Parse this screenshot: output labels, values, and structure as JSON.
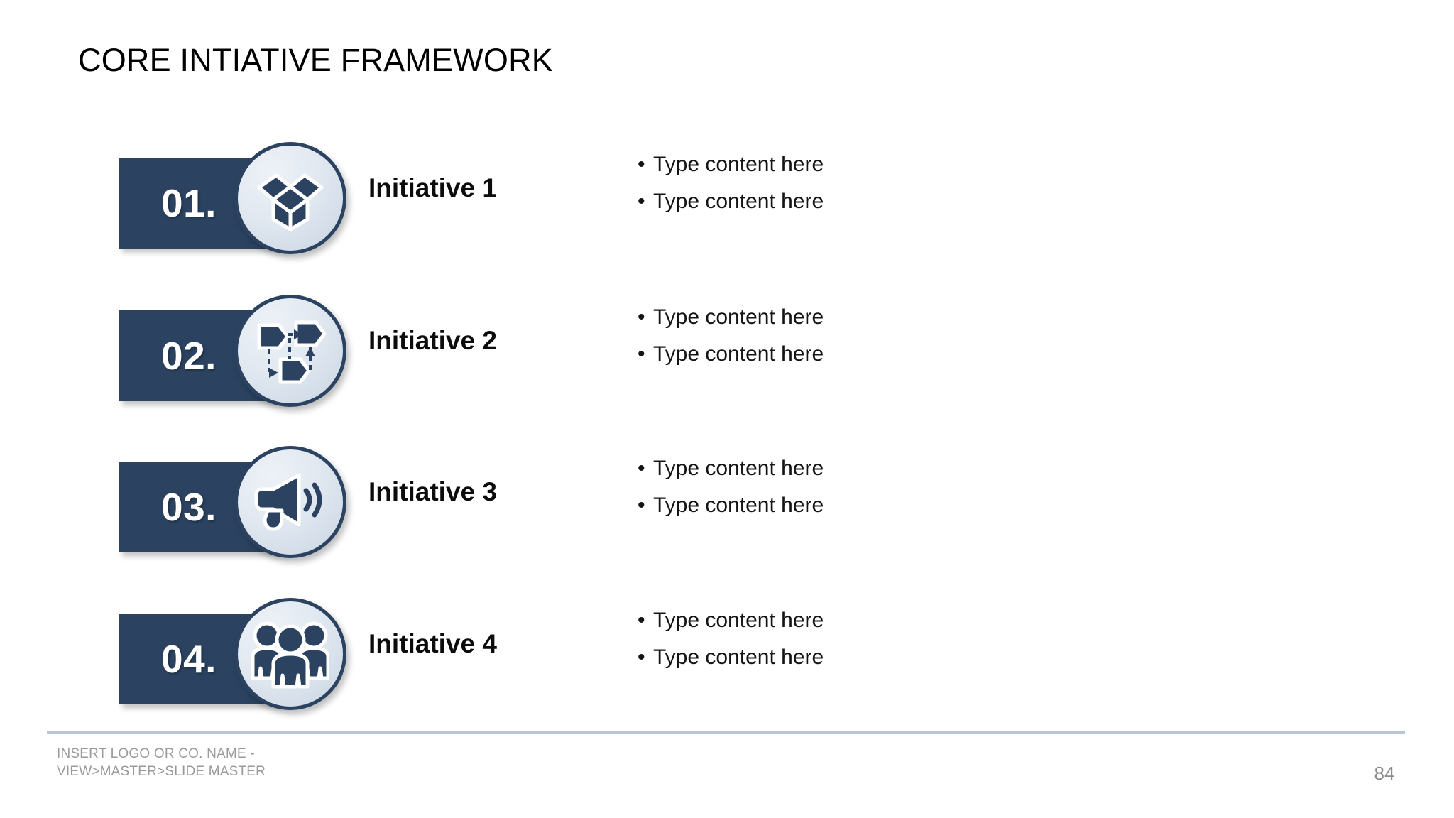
{
  "slide": {
    "title": "CORE INTIATIVE FRAMEWORK",
    "page_number": "84",
    "background_color": "#ffffff",
    "accent_navy": "#2b4361",
    "badge_fill_light": "#e2e9f1",
    "footer_rule_color": "#b8c6da",
    "footer_text_color": "#9a9a9a"
  },
  "footer": {
    "line1": "INSERT LOGO OR CO. NAME -",
    "line2": "VIEW>MASTER>SLIDE MASTER"
  },
  "rows": [
    {
      "number": "01.",
      "label": "Initiative 1",
      "icon": "open-box-icon",
      "bullets": [
        {
          "marker": "•",
          "text": "Type content here"
        },
        {
          "marker": "•",
          "text": "Type content here"
        }
      ]
    },
    {
      "number": "02.",
      "label": "Initiative 2",
      "icon": "process-flow-icon",
      "bullets": [
        {
          "marker": "•",
          "text": "Type content here"
        },
        {
          "marker": "•",
          "text": "Type content here"
        }
      ]
    },
    {
      "number": "03.",
      "label": "Initiative 3",
      "icon": "megaphone-icon",
      "bullets": [
        {
          "marker": "•",
          "text": "Type content here"
        },
        {
          "marker": "•",
          "text": "Type content here"
        }
      ]
    },
    {
      "number": "04.",
      "label": "Initiative 4",
      "icon": "people-group-icon",
      "bullets": [
        {
          "marker": "•",
          "text": "Type content here"
        },
        {
          "marker": "•",
          "text": "Type content here"
        }
      ]
    }
  ]
}
